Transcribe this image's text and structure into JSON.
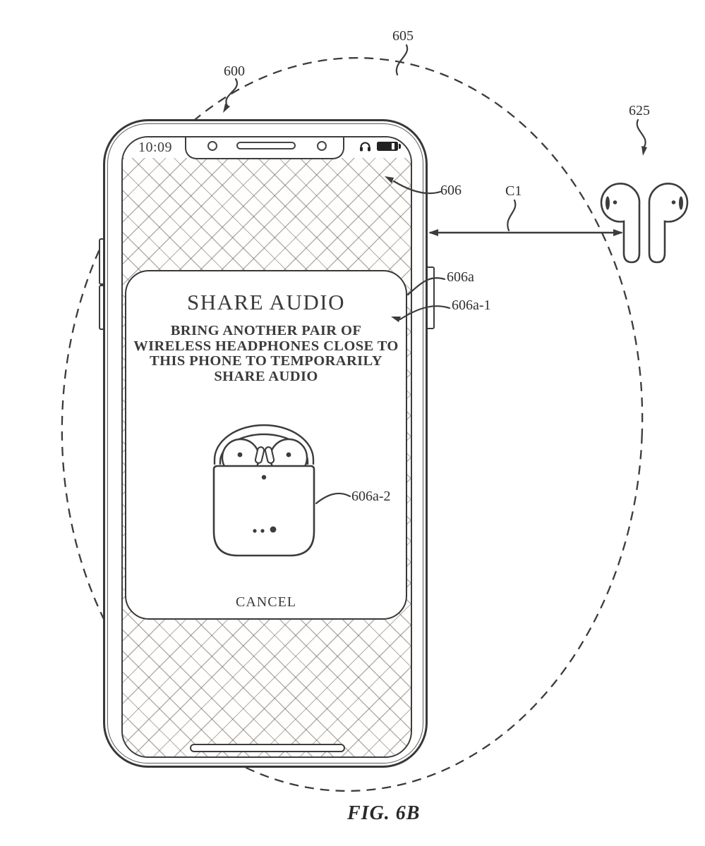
{
  "figure": {
    "caption": "FIG. 6B"
  },
  "labels": {
    "r600": "600",
    "r605": "605",
    "r606": "606",
    "r625": "625",
    "c1": "C1",
    "r606a": "606a",
    "r606a_1": "606a-1",
    "r606a_2": "606a-2"
  },
  "phone": {
    "status": {
      "time": "10:09"
    },
    "sheet": {
      "title": "SHARE AUDIO",
      "body_lines": [
        "BRING ANOTHER PAIR OF",
        "WIRELESS HEADPHONES CLOSE TO",
        "THIS PHONE TO TEMPORARILY",
        "SHARE AUDIO"
      ],
      "cancel": "CANCEL"
    }
  },
  "icons": {
    "status_icons": [
      "headphones-icon",
      "battery-icon"
    ],
    "illustrations": [
      "earbuds-illustration",
      "charging-case-illustration"
    ]
  },
  "colors": {
    "line": "#3c3c3c",
    "hatch": "#68625c",
    "background": "#ffffff"
  }
}
